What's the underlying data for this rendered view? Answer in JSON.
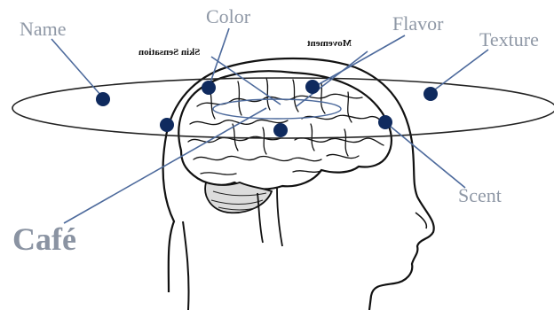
{
  "labels": {
    "name": "Name",
    "color": "Color",
    "flavor": "Flavor",
    "texture": "Texture",
    "scent": "Scent",
    "cafe": "Café"
  },
  "brain_text": {
    "skin_sensation": "Skin Sensation",
    "movement": "Movement"
  },
  "colors": {
    "dot": "#0f2a5e",
    "connector": "#4d6a9c",
    "label": "#8f98a6",
    "outline": "#111111"
  }
}
